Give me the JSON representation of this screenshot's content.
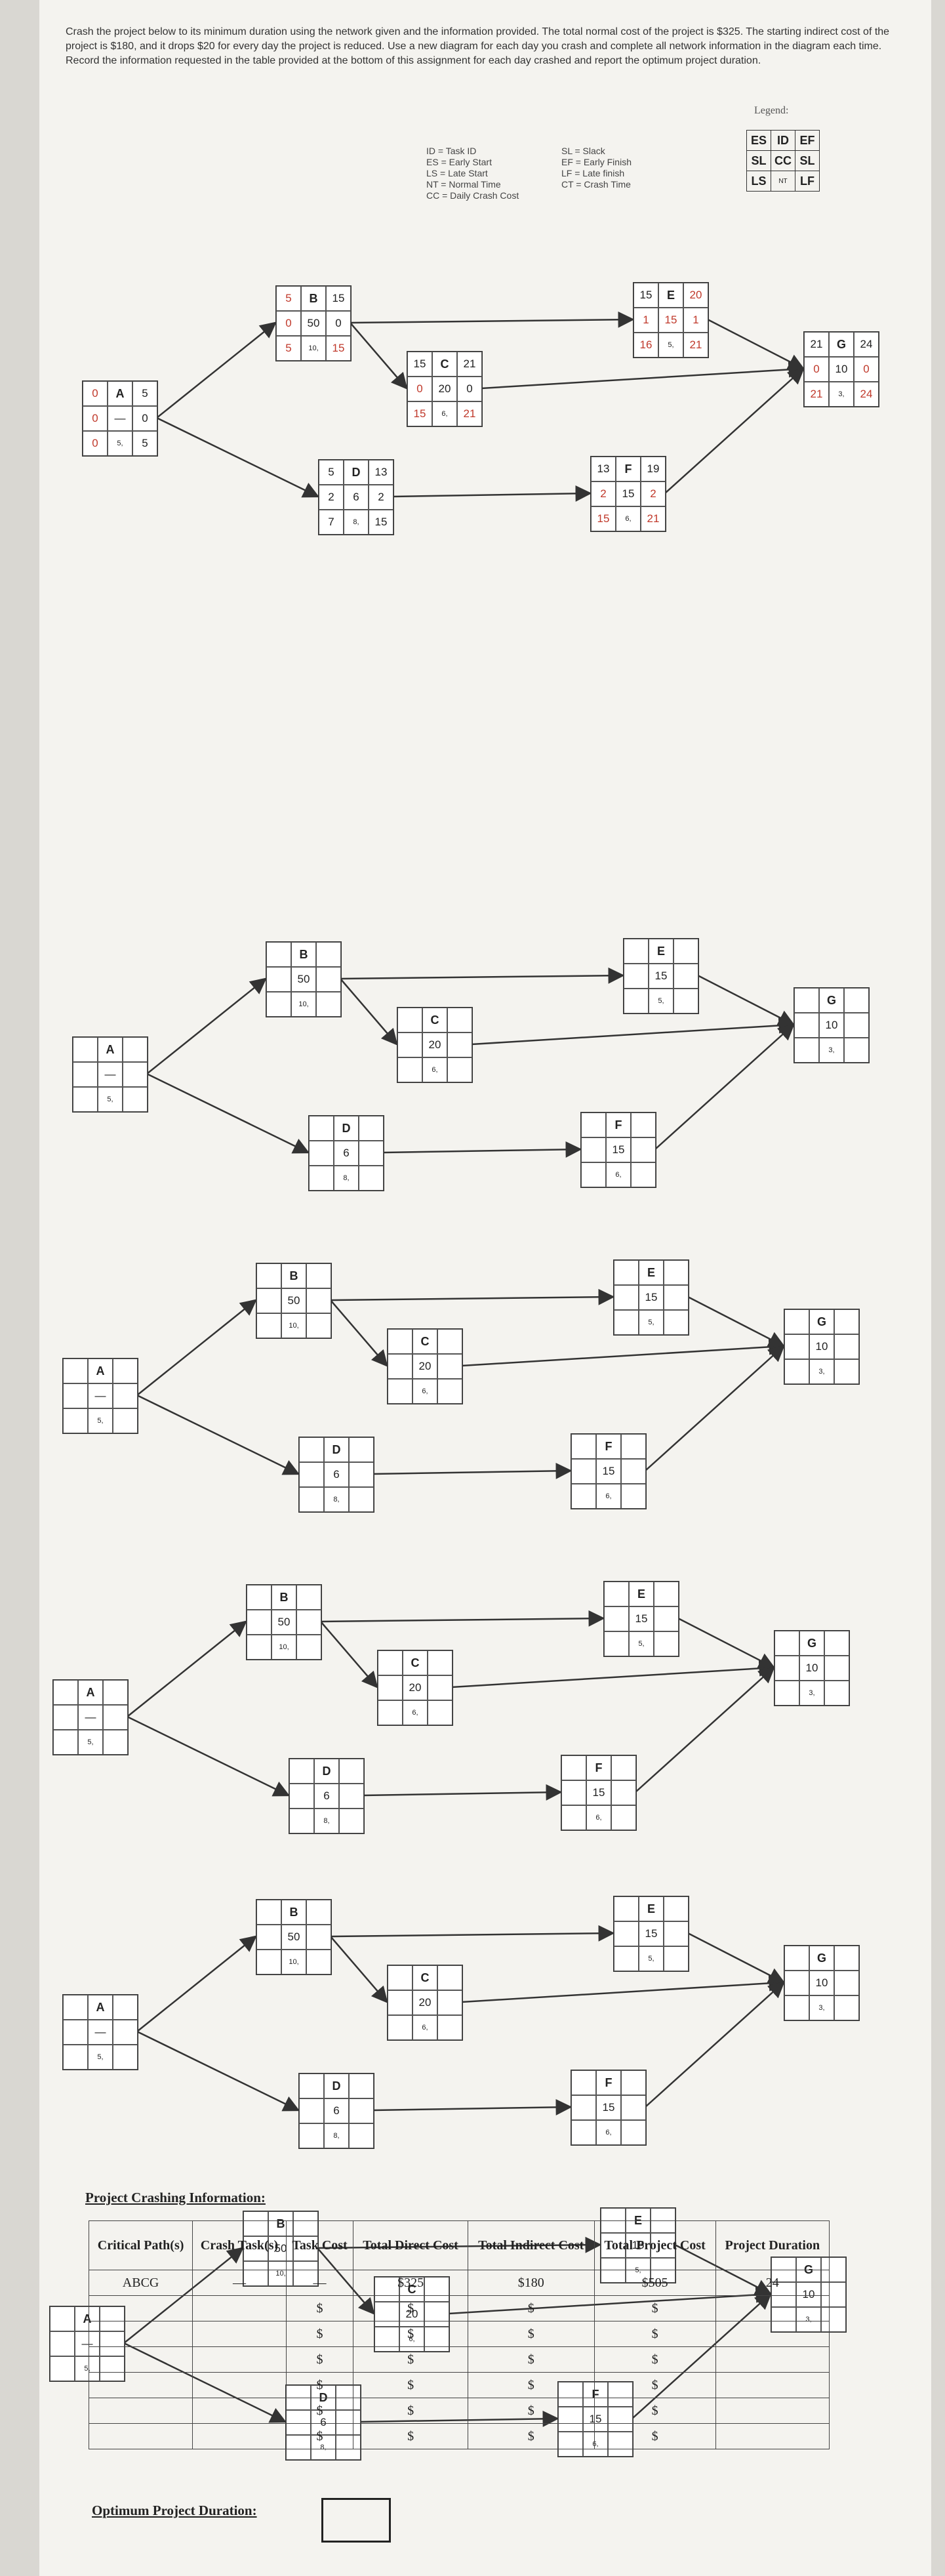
{
  "instructions": "Crash the project below to its minimum duration using the network given and the information provided. The total normal cost of the project is $325. The starting indirect cost of the project is $180, and it drops $20 for every day the project is reduced. Use a new diagram for each day you crash and complete all network information in the diagram each time. Record the information requested in the table provided at the bottom of this assignment for each day crashed and report the optimum project duration.",
  "legend_key": {
    "col1": [
      "ID = Task ID",
      "ES = Early Start",
      "LS = Late Start",
      "NT = Normal Time",
      "CC = Daily Crash Cost"
    ],
    "col2": [
      "SL = Slack",
      "EF = Early Finish",
      "LF = Late finish",
      "CT = Crash Time"
    ]
  },
  "legend": {
    "title": "Legend:",
    "r1": [
      "ES",
      "ID",
      "EF"
    ],
    "r2": [
      "SL",
      "CC",
      "SL"
    ],
    "r3": [
      "LS",
      "NT",
      "LF"
    ]
  },
  "diagram1": {
    "A": [
      "0",
      "A",
      "5",
      "0",
      "—",
      "0",
      "0",
      "5,",
      "5"
    ],
    "B": [
      "5",
      "B",
      "15",
      "0",
      "50",
      "0",
      "5",
      "10,",
      "15"
    ],
    "C": [
      "15",
      "C",
      "21",
      "0",
      "20",
      "0",
      "15",
      "6,",
      "21"
    ],
    "D": [
      "5",
      "D",
      "13",
      "2",
      "6",
      "2",
      "7",
      "8,",
      "15"
    ],
    "E": [
      "15",
      "E",
      "20",
      "1",
      "15",
      "1",
      "16",
      "5,",
      "21"
    ],
    "F": [
      "13",
      "F",
      "19",
      "2",
      "15",
      "2",
      "15",
      "6,",
      "21"
    ],
    "G": [
      "21",
      "G",
      "24",
      "0",
      "10",
      "0",
      "21",
      "3,",
      "24"
    ]
  },
  "blank_nodes": {
    "A": [
      "",
      "A",
      "",
      "",
      "—",
      "",
      "",
      "5,",
      ""
    ],
    "B": [
      "",
      "B",
      "",
      "",
      "50",
      "",
      "",
      "10,",
      ""
    ],
    "C": [
      "",
      "C",
      "",
      "",
      "20",
      "",
      "",
      "6,",
      ""
    ],
    "D": [
      "",
      "D",
      "",
      "",
      "6",
      "",
      "",
      "8,",
      ""
    ],
    "E": [
      "",
      "E",
      "",
      "",
      "15",
      "",
      "",
      "5,",
      ""
    ],
    "F": [
      "",
      "F",
      "",
      "",
      "15",
      "",
      "",
      "6,",
      ""
    ],
    "G": [
      "",
      "G",
      "",
      "",
      "10",
      "",
      "",
      "3,",
      ""
    ]
  },
  "table": {
    "title": "Project Crashing Information:",
    "headers": [
      "Critical Path(s)",
      "Crash Task(s)",
      "Task Cost",
      "Total Direct Cost",
      "Total Indirect Cost",
      "Total Project Cost",
      "Project Duration"
    ],
    "first_row": [
      "ABCG",
      "—",
      "—",
      "$325",
      "$180",
      "$505",
      "24"
    ],
    "dollar": "$"
  },
  "optimum_label": "Optimum Project Duration:"
}
